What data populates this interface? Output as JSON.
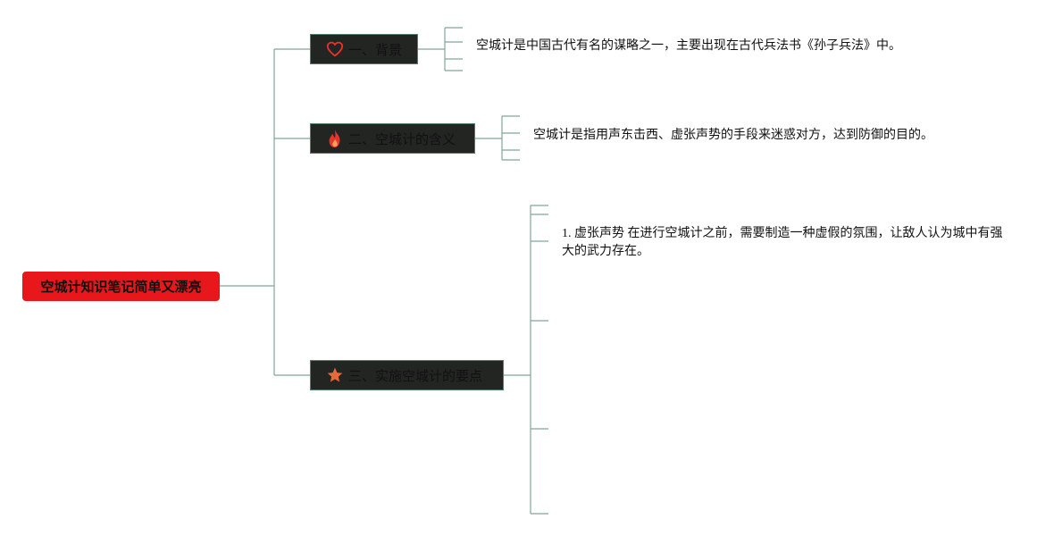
{
  "root": {
    "label": "空城计知识笔记简单又漂亮"
  },
  "branches": [
    {
      "label": "一、背景",
      "icon": "heart-icon",
      "detail": "空城计是中国古代有名的谋略之一，主要出现在古代兵法书《孙子兵法》中。"
    },
    {
      "label": "二、空城计的含义",
      "icon": "fire-icon",
      "detail": "空城计是指用声东击西、虚张声势的手段来迷惑对方，达到防御的目的。"
    },
    {
      "label": "三、实施空城计的要点",
      "icon": "star-icon",
      "detail": "1. 虚张声势 在进行空城计之前，需要制造一种虚假的氛围，让敌人认为城中有强大的武力存在。"
    }
  ],
  "colors": {
    "root_fill": "#e8171c",
    "branch_fill": "#222522",
    "branch_border": "#4d7f69",
    "line": "#7fa898",
    "heart": "#e8342a",
    "fire": "#e8342a",
    "star": "#e86a3a"
  }
}
